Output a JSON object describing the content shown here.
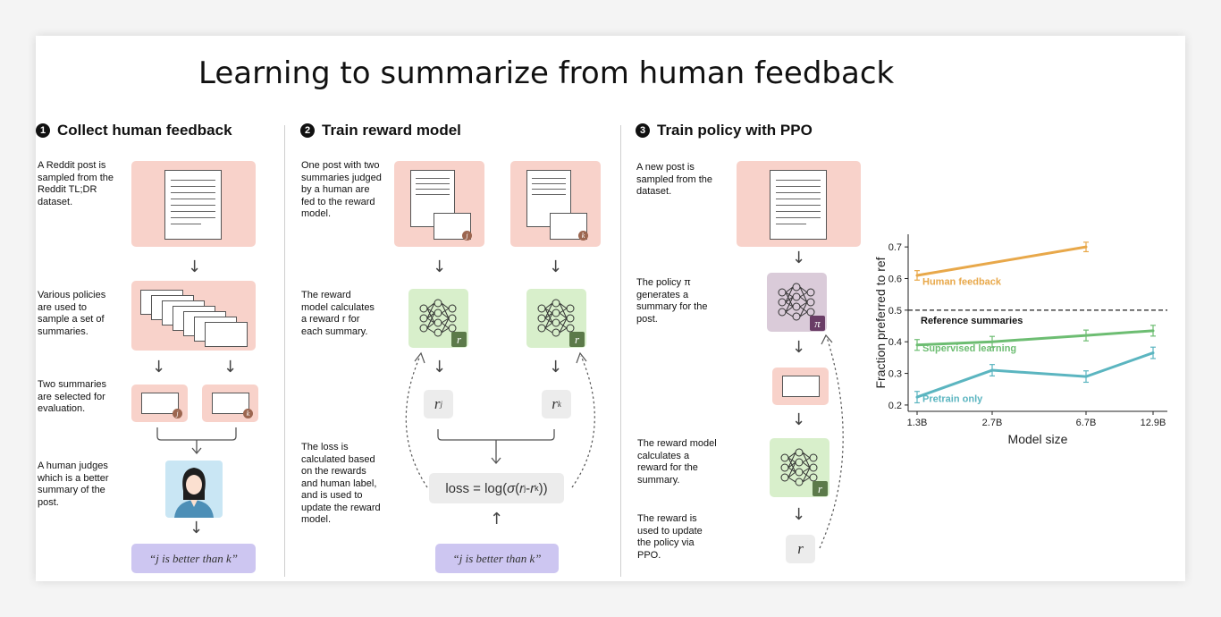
{
  "title": "Learning to summarize from human feedback",
  "steps": [
    {
      "number": "1",
      "label": "Collect human feedback"
    },
    {
      "number": "2",
      "label": "Train reward model"
    },
    {
      "number": "3",
      "label": "Train policy with PPO"
    }
  ],
  "col1": {
    "note1": "A Reddit post is sampled from the Reddit TL;DR dataset.",
    "note2": "Various policies are used to sample a set of summaries.",
    "note3": "Two summaries are selected for evaluation.",
    "note4": "A human judges which is a better summary of the post.",
    "judgment": "“j is better than k”",
    "badge_j": "j",
    "badge_k": "k"
  },
  "col2": {
    "note1": "One post with two summaries judged by a human are fed to the reward model.",
    "note2": "The reward model calculates a reward r for each summary.",
    "note3": "The loss is calculated based on the rewards and human label, and is used to update the reward model.",
    "badge_j": "j",
    "badge_k": "k",
    "r_tag": "r",
    "r_j": "r",
    "r_j_sub": "j",
    "r_k": "r",
    "r_k_sub": "k",
    "loss_prefix": "loss = log(",
    "sigma": "σ",
    "loss_open": "(",
    "rj": "r",
    "rj_sub": "j",
    "minus": " - ",
    "rk": "r",
    "rk_sub": "k",
    "loss_close": "))",
    "judgment": "“j is better than k”"
  },
  "col3": {
    "note1": "A new post is sampled from the dataset.",
    "note2": "The policy π generates a summary for the post.",
    "note3": "The reward model calculates a reward for the summary.",
    "note4": "The reward is used to update the policy via PPO.",
    "pi_tag": "π",
    "r_tag": "r",
    "r_out": "r"
  },
  "icons": {
    "arrow_down": "↓",
    "arrow_up": "↑"
  },
  "chart_data": {
    "type": "line",
    "x": [
      "1.3B",
      "2.7B",
      "6.7B",
      "12.9B"
    ],
    "xlabel": "Model size",
    "ylabel": "Fraction preferred to ref",
    "yticks": [
      "0.2",
      "0.3",
      "0.4",
      "0.5",
      "0.6",
      "0.7"
    ],
    "ylim": [
      0.18,
      0.74
    ],
    "series": [
      {
        "name": "Human feedback",
        "color": "#e8a84a",
        "points": [
          [
            0,
            0.61
          ],
          [
            2,
            0.7
          ]
        ],
        "err": 0.015
      },
      {
        "name": "Supervised learning",
        "color": "#6dbd72",
        "points": [
          [
            0,
            0.39
          ],
          [
            1,
            0.4
          ],
          [
            2,
            0.42
          ],
          [
            3,
            0.435
          ]
        ],
        "err": 0.017
      },
      {
        "name": "Pretrain only",
        "color": "#5bb5c0",
        "points": [
          [
            0,
            0.225
          ],
          [
            1,
            0.31
          ],
          [
            2,
            0.29
          ],
          [
            3,
            0.365
          ]
        ],
        "err": 0.018
      }
    ],
    "reference": {
      "label": "Reference summaries",
      "value": 0.5
    }
  }
}
